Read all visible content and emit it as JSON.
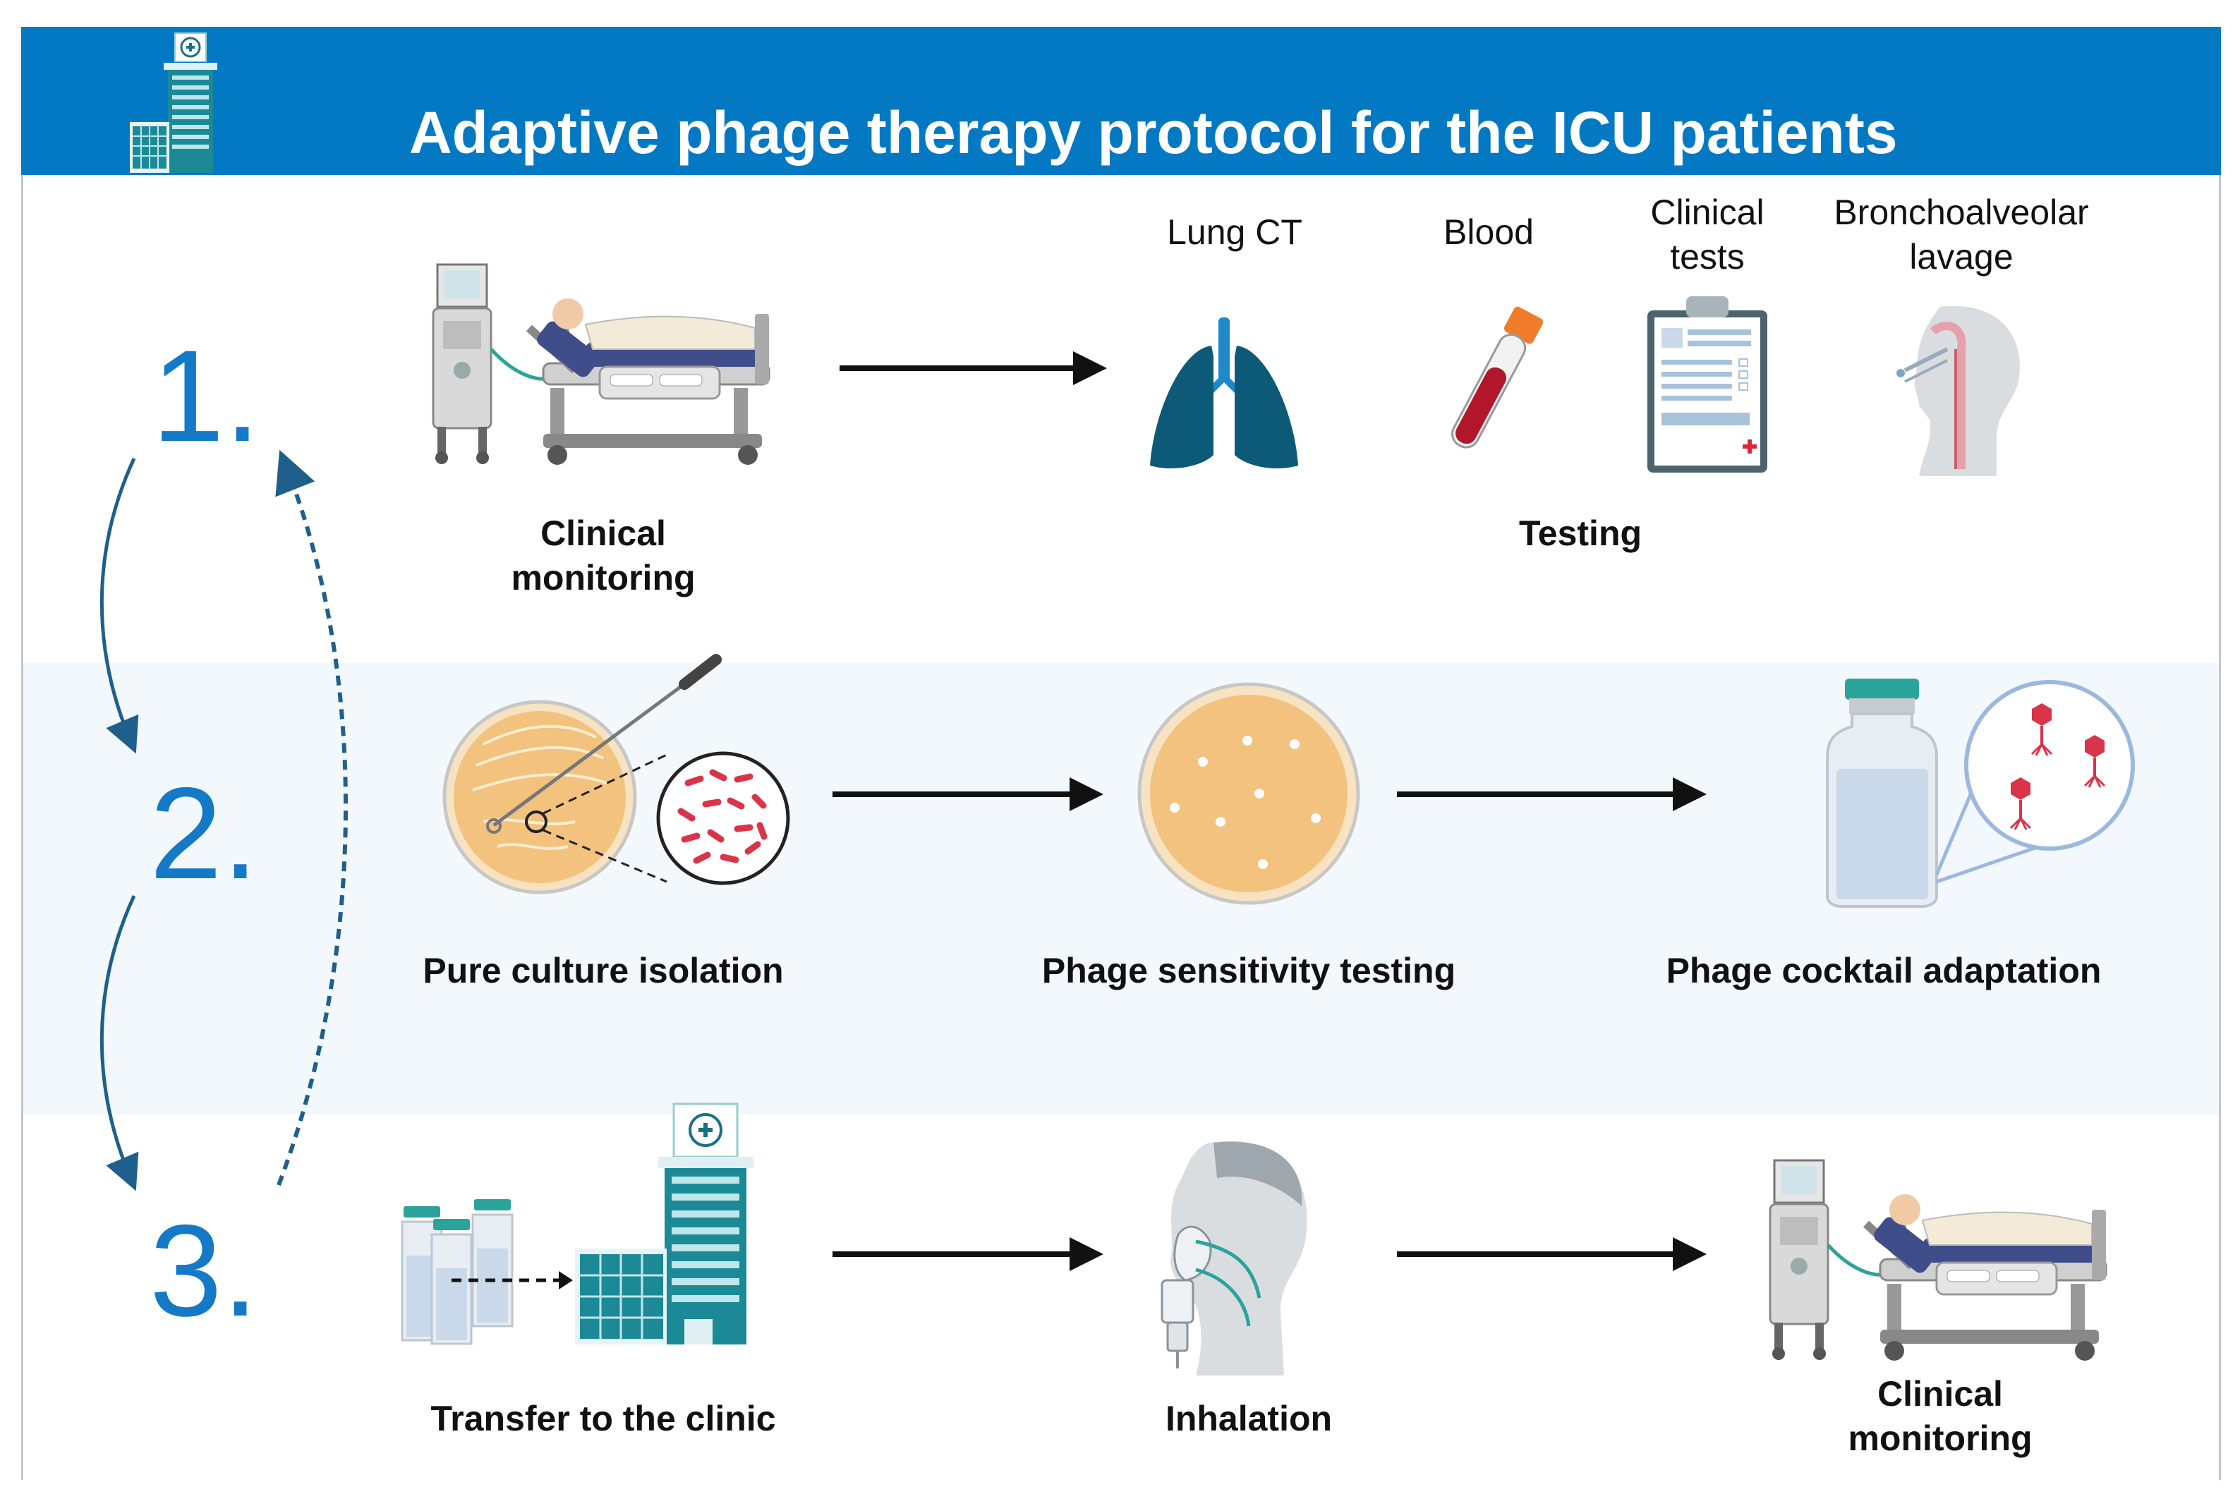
{
  "header": {
    "title": "Adaptive phage therapy protocol for the ICU patients",
    "color": "#0379c4"
  },
  "colors": {
    "step_blue": "#1479c6",
    "arrow_dark": "#1f5f8b",
    "teal": "#1b8a96",
    "lung": "#0d5a78",
    "blood": "#b2162a",
    "agar": "#f2c27e",
    "phage_red": "#d9344a"
  },
  "steps": [
    {
      "number": "1."
    },
    {
      "number": "2."
    },
    {
      "number": "3."
    }
  ],
  "row1": {
    "monitoring_label": "Clinical monitoring",
    "monitoring_lines": [
      "Clinical",
      "monitoring"
    ],
    "testing_label": "Testing",
    "tests": [
      {
        "lines": [
          "Lung CT"
        ],
        "icon": "lungs-icon"
      },
      {
        "lines": [
          "Blood"
        ],
        "icon": "blood-tube-icon"
      },
      {
        "lines": [
          "Clinical",
          "tests"
        ],
        "icon": "clipboard-icon"
      },
      {
        "lines": [
          "Bronchoalveolar",
          "lavage"
        ],
        "icon": "lavage-head-icon"
      }
    ]
  },
  "row2": {
    "stages": [
      {
        "label": "Pure culture isolation",
        "icon": "petri-dish-streak-icon"
      },
      {
        "label": "Phage sensitivity testing",
        "icon": "petri-dish-plaques-icon"
      },
      {
        "label": "Phage cocktail adaptation",
        "icon": "phage-vial-icon"
      }
    ]
  },
  "row3": {
    "transfer_label": "Transfer to the clinic",
    "inhalation_label": "Inhalation",
    "monitoring_lines": [
      "Clinical",
      "monitoring"
    ]
  }
}
